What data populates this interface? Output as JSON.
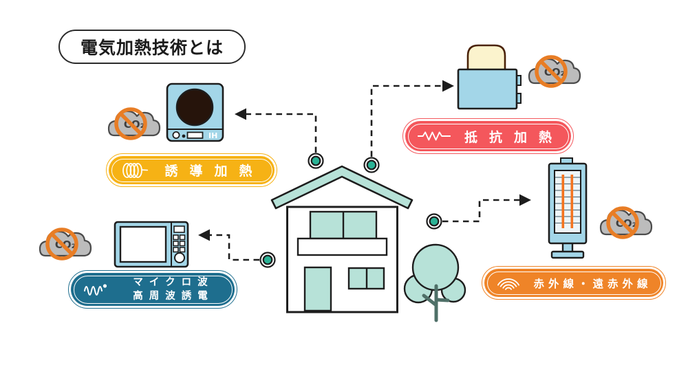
{
  "title": "電気加熱技術とは",
  "co2_badge": "CO₂",
  "technologies": {
    "induction": {
      "label": "誘導加熱",
      "color": "#f6b215"
    },
    "resistance": {
      "label": "抵抗加熱",
      "color": "#f4575c"
    },
    "microwave": {
      "label_line1": "マイクロ波",
      "label_line2": "高周波誘電",
      "color": "#1e6e8e"
    },
    "infrared": {
      "label": "赤外線・遠赤外線",
      "color": "#ef8428"
    }
  },
  "appliances": {
    "ih_cooktop": "IH"
  },
  "colors": {
    "appliance_blue": "#a3d6e8",
    "house_mint": "#b7e2d8",
    "connector_teal": "#2bb295",
    "prohibition_orange": "#e87d25",
    "cloud_gray": "#bcbcbc",
    "bread_cream": "#fbf3cd",
    "heater_element_orange": "#f4741f",
    "outline_black": "#1d1d1d"
  }
}
